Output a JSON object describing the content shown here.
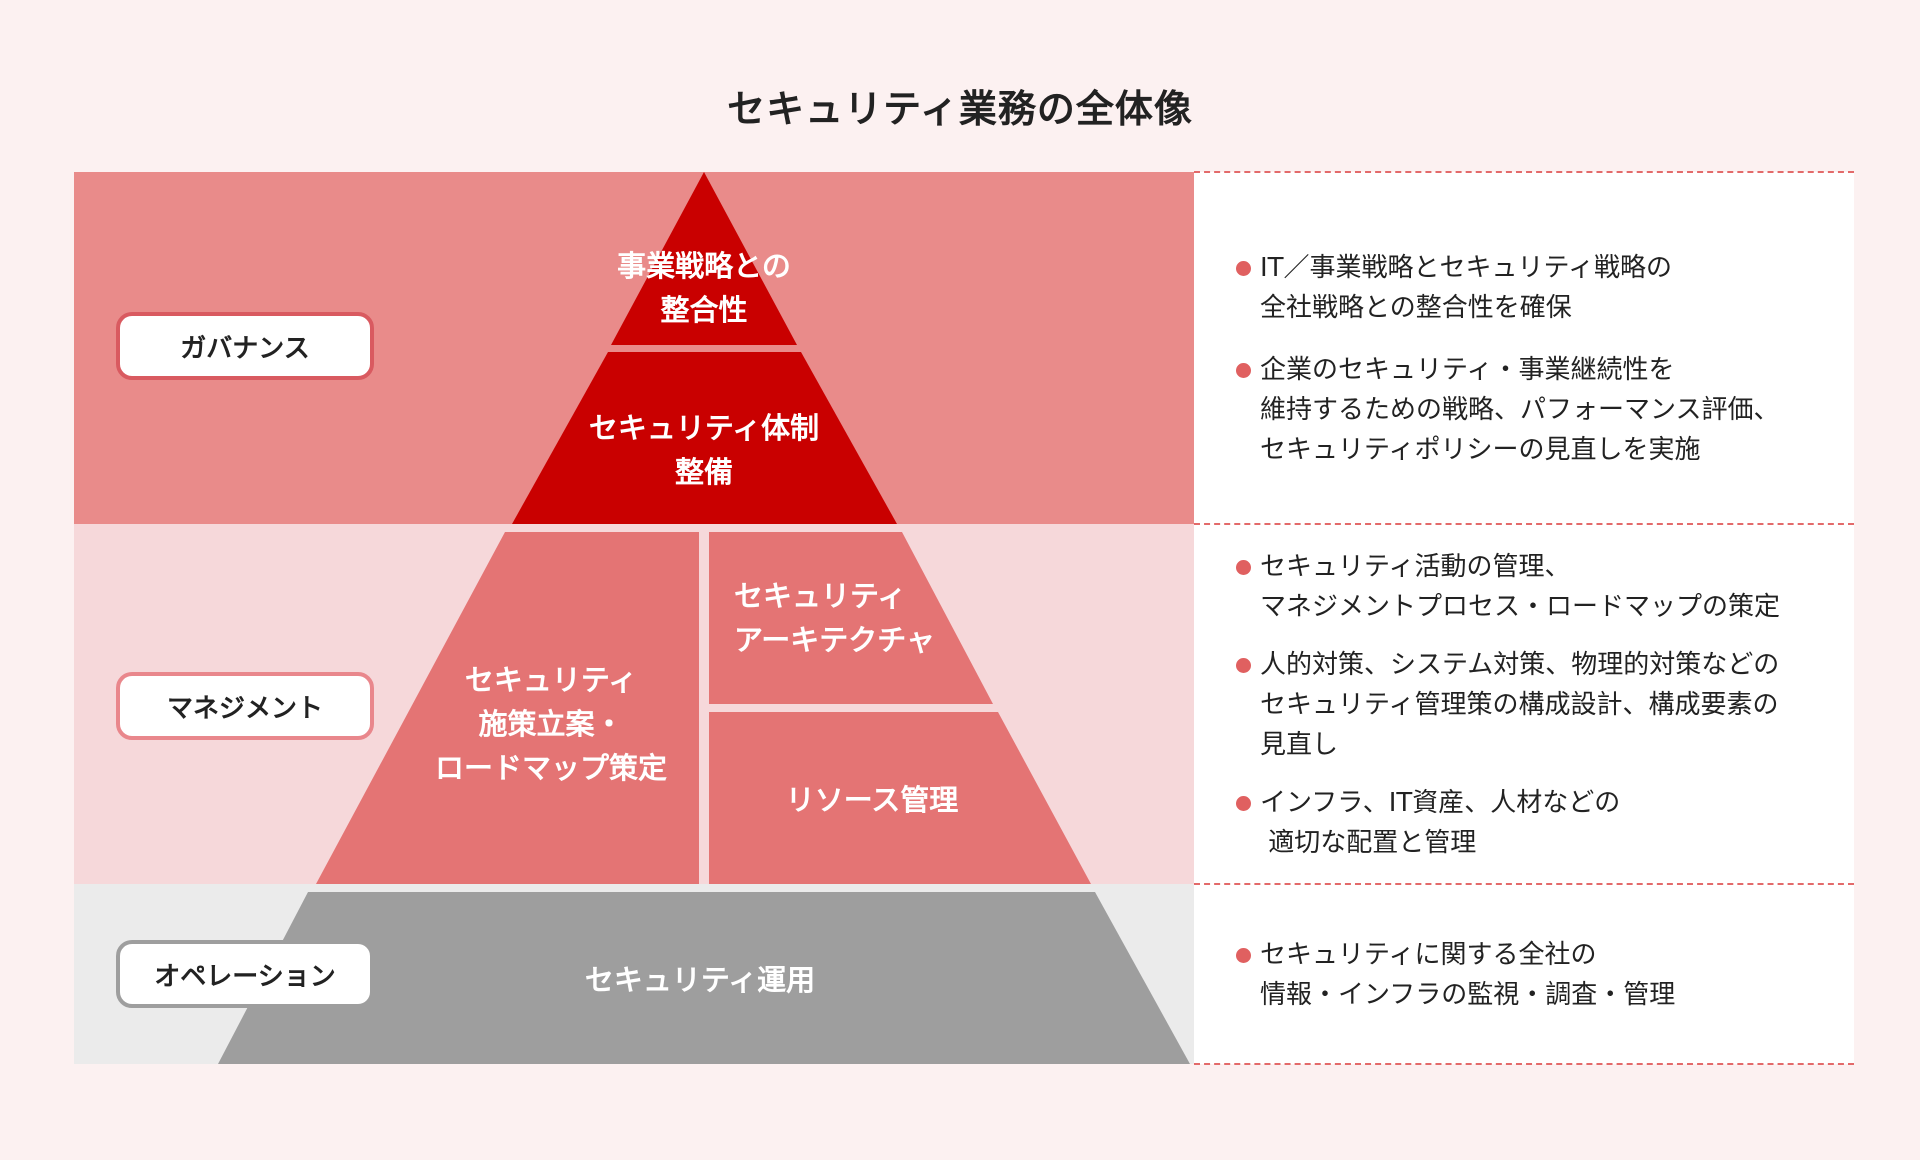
{
  "title": "セキュリティ業務の全体像",
  "colors": {
    "background": "#fcf1f1",
    "governance_band": "#e98b8a",
    "management_band": "#f6d8da",
    "operation_band": "#ebebeb",
    "apex": "#c90000",
    "management_blocks": "#e47474",
    "operation_block": "#9e9e9e",
    "bullet": "#e06060"
  },
  "layers": {
    "governance": {
      "label": "ガバナンス",
      "blocks": {
        "top": [
          "事業戦略との",
          "整合性"
        ],
        "bottom": [
          "セキュリティ体制",
          "整備"
        ]
      },
      "bullets": [
        [
          "IT／事業戦略とセキュリティ戦略の",
          "全社戦略との整合性を確保"
        ],
        [
          "企業のセキュリティ・事業継続性を",
          "維持するための戦略、パフォーマンス評価、",
          "セキュリティポリシーの見直しを実施"
        ]
      ]
    },
    "management": {
      "label": "マネジメント",
      "blocks": {
        "left": [
          "セキュリティ",
          "施策立案・",
          "ロードマップ策定"
        ],
        "right_top": [
          "セキュリティ",
          "アーキテクチャ"
        ],
        "right_bottom": [
          "リソース管理"
        ]
      },
      "bullets": [
        [
          "セキュリティ活動の管理、",
          "マネジメントプロセス・ロードマップの策定"
        ],
        [
          "人的対策、システム対策、物理的対策などの",
          "セキュリティ管理策の構成設計、構成要素の",
          "見直し"
        ],
        [
          "インフラ、IT資産、人材などの",
          " 適切な配置と管理"
        ]
      ]
    },
    "operation": {
      "label": "オペレーション",
      "blocks": {
        "main": [
          "セキュリティ運用"
        ]
      },
      "bullets": [
        [
          "セキュリティに関する全社の",
          "情報・インフラの監視・調査・管理"
        ]
      ]
    }
  }
}
